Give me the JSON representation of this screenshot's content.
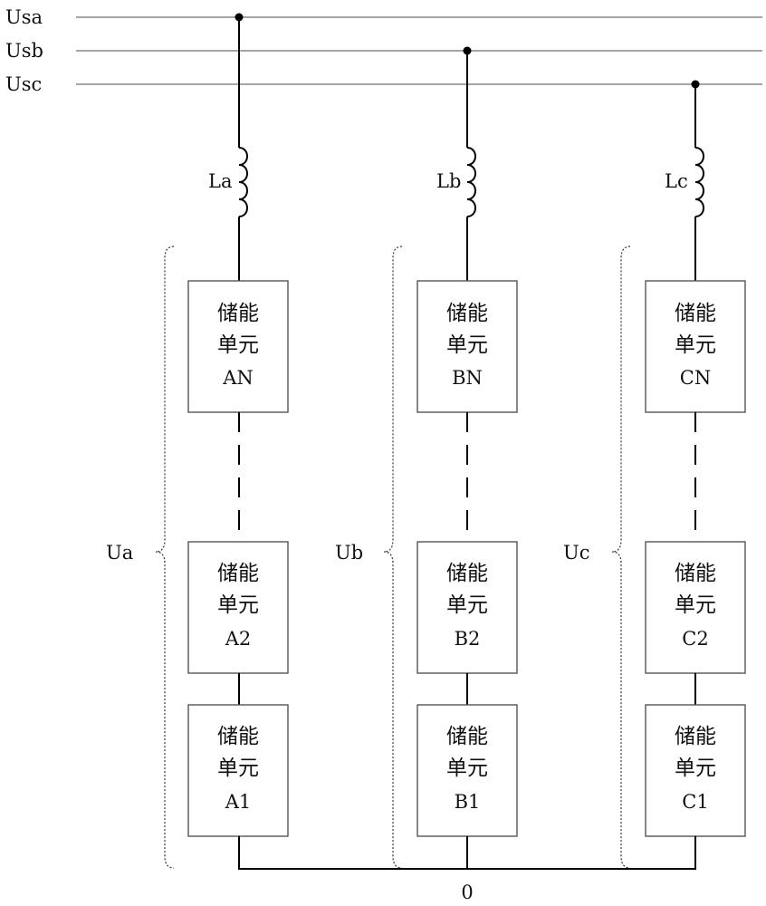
{
  "bus_labels": [
    "Usa",
    "Usb",
    "Usc"
  ],
  "phases": [
    {
      "inductor": "La",
      "voltage": "Ua",
      "units": [
        "AN",
        "A2",
        "A1"
      ]
    },
    {
      "inductor": "Lb",
      "voltage": "Ub",
      "units": [
        "BN",
        "B2",
        "B1"
      ]
    },
    {
      "inductor": "Lc",
      "voltage": "Uc",
      "units": [
        "CN",
        "C2",
        "C1"
      ]
    }
  ],
  "unit_text": {
    "line1": "储能",
    "line2": "单元"
  },
  "neutral_label": "0"
}
